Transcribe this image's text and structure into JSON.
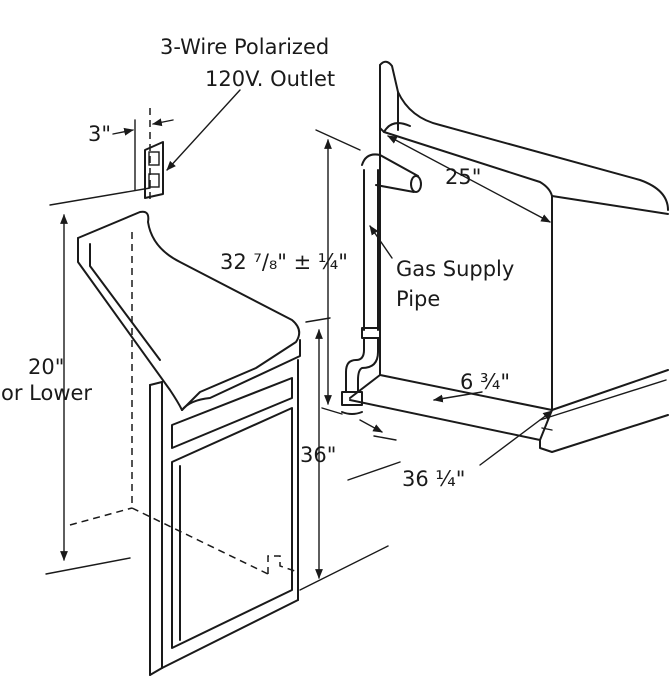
{
  "labels": {
    "outlet_line1": "3-Wire Polarized",
    "outlet_line2": "120V. Outlet",
    "outlet_offset": "3\"",
    "cabinet_top_height": "20\"",
    "cabinet_top_note": "or Lower",
    "pipe_height": "32 ⁷/₈\" ± ¼\"",
    "gas_line1": "Gas Supply",
    "gas_line2": "Pipe",
    "range_depth": "25\"",
    "pipe_offset": "6 ¾\"",
    "counter_height": "36\"",
    "opening_width": "36 ¼\""
  }
}
